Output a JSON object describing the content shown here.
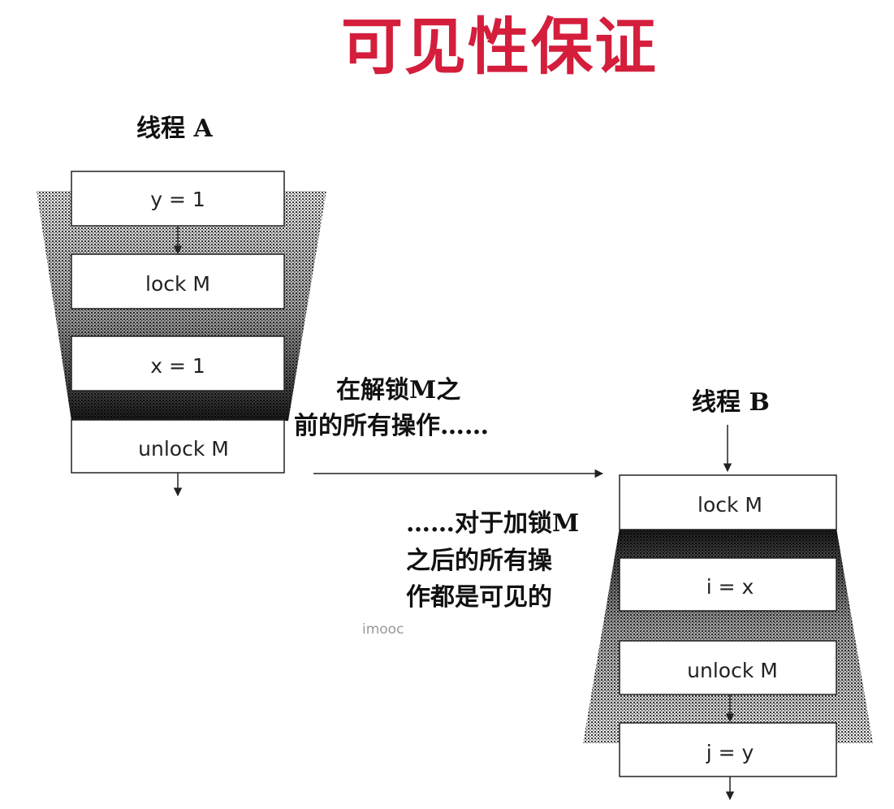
{
  "title": "可见性保证",
  "thread_a": {
    "label": "线程 A",
    "steps": [
      "y = 1",
      "lock M",
      "x = 1",
      "unlock M"
    ]
  },
  "thread_b": {
    "label": "线程 B",
    "steps": [
      "lock M",
      "i = x",
      "unlock M",
      "j = y"
    ]
  },
  "caption_release": [
    "在解锁M之",
    "前的所有操作……"
  ],
  "caption_acquire": [
    "……对于加锁M",
    "之后的所有操",
    "作都是可见的"
  ],
  "watermark": "imooc"
}
